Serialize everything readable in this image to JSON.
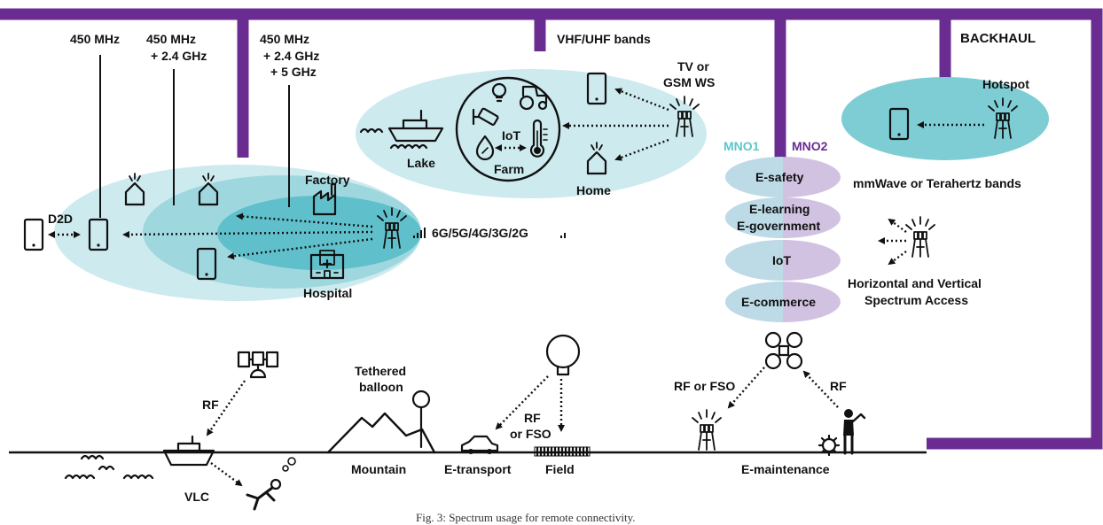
{
  "colors": {
    "backhaul": "#6a2c91",
    "cell_outer": "#cdeaef",
    "cell_mid": "#9fd7df",
    "cell_inner": "#5fc0cb",
    "mno1": "#5cc7cc",
    "mno2": "#6a2c91"
  },
  "labels": {
    "backhaul": "BACKHAUL",
    "freq_1": "450 MHz",
    "freq_2_a": "450 MHz",
    "freq_2_b": "+ 2.4 GHz",
    "freq_3_a": "450 MHz",
    "freq_3_b": "+ 2.4 GHz",
    "freq_3_c": "+ 5 GHz",
    "d2d": "D2D",
    "factory": "Factory",
    "hospital": "Hospital",
    "generations": "6G/5G/4G/3G/2G",
    "vhf_uhf": "VHF/UHF bands",
    "tv_ws_a": "TV or",
    "tv_ws_b": "GSM WS",
    "lake": "Lake",
    "iot_farm_a": "IoT",
    "iot_farm_b": "Farm",
    "home": "Home",
    "hotspot": "Hotspot",
    "mmwave": "mmWave or Terahertz bands",
    "mno1": "MNO1",
    "mno2": "MNO2",
    "services": [
      "E-safety",
      "E-learning",
      "E-government",
      "IoT",
      "E-commerce"
    ],
    "hv_access_a": "Horizontal and Vertical",
    "hv_access_b": "Spectrum Access",
    "rf_sat": "RF",
    "tethered_a": "Tethered",
    "tethered_b": "balloon",
    "rf_fso_a": "RF",
    "rf_fso_b": "or FSO",
    "rf_or_fso": "RF or FSO",
    "rf_drone": "RF",
    "mountain": "Mountain",
    "e_transport": "E-transport",
    "field": "Field",
    "e_maintenance": "E-maintenance",
    "vlc": "VLC",
    "caption": "Fig. 3: Spectrum usage for remote connectivity."
  }
}
